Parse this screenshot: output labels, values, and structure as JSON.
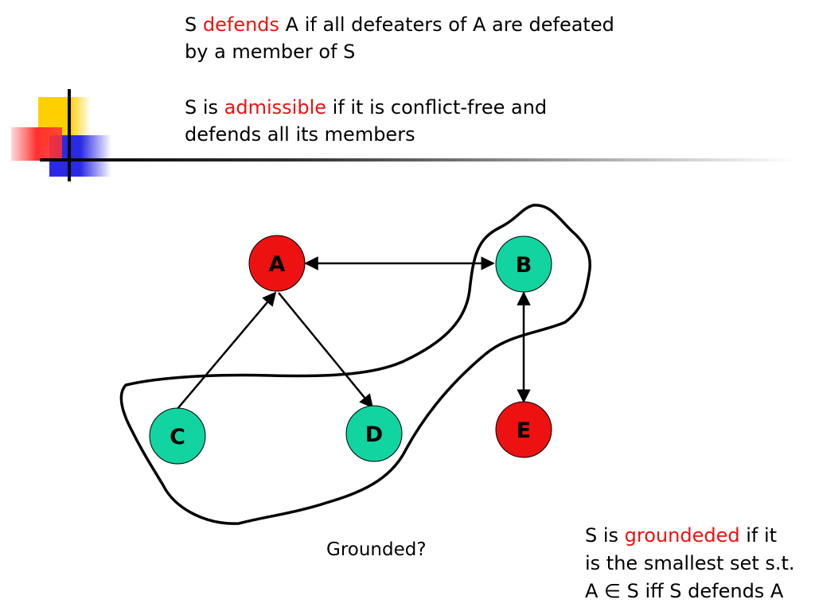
{
  "paragraphs": {
    "defends": {
      "line1_pre": "S ",
      "line1_term": "defends",
      "line1_post": " A if all defeaters of A are defeated",
      "line2": "by a member of S"
    },
    "admissible": {
      "line1_pre": "S is ",
      "line1_term": "admissible",
      "line1_post": " if it is conflict-free and",
      "line2": "defends all its members"
    },
    "grounded_question": "Grounded?",
    "groundeded": {
      "line1_pre": "S is ",
      "line1_term": "groundeded",
      "line1_post": " if it",
      "line2": "is the smallest set s.t.",
      "line3": "A ∈ S iff S defends A"
    }
  },
  "colors": {
    "term_red": "#ee1111",
    "node_red": "#ee1111",
    "node_teal": "#11d4a0"
  },
  "graph": {
    "nodes": [
      {
        "id": "A",
        "label": "A",
        "color": "red"
      },
      {
        "id": "B",
        "label": "B",
        "color": "teal"
      },
      {
        "id": "C",
        "label": "C",
        "color": "teal"
      },
      {
        "id": "D",
        "label": "D",
        "color": "teal"
      },
      {
        "id": "E",
        "label": "E",
        "color": "red"
      }
    ],
    "edges": [
      {
        "from": "A",
        "to": "B",
        "bidirectional": true
      },
      {
        "from": "C",
        "to": "A",
        "bidirectional": false
      },
      {
        "from": "A",
        "to": "D",
        "bidirectional": false
      },
      {
        "from": "B",
        "to": "E",
        "bidirectional": true
      }
    ],
    "enclosed_set": [
      "B",
      "C",
      "D"
    ]
  }
}
